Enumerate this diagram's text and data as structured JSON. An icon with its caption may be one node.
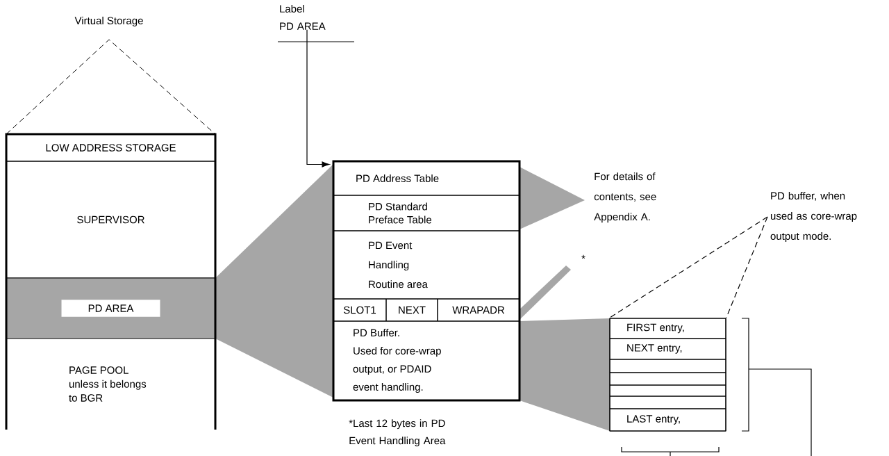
{
  "diagram": {
    "nodes": [
      {
        "text": [],
        "shape": "box"
      },
      {
        "text": [
          "LOW ADDRESS STORAGE"
        ],
        "in": 0
      },
      {
        "text": [
          "SUPERVISOR"
        ],
        "in": 0
      },
      {
        "text": [
          "PD AREA"
        ],
        "in": 0
      },
      {
        "text": [
          "PAGE POOL unless it belongs to BGR"
        ],
        "in": 0
      },
      {
        "text": [
          "Label",
          "PD AREA"
        ]
      },
      {
        "text": [],
        "shape": "box"
      },
      {
        "text": [
          "PD Address Table"
        ],
        "in": 6
      },
      {
        "text": [
          "PD Standard Preface Table"
        ],
        "in": 6
      },
      {
        "text": [
          "PD Event Handling Routine area"
        ],
        "in": 6
      },
      {
        "text": [
          "SLOT1"
        ],
        "in": 6
      },
      {
        "text": [
          "NEXT"
        ],
        "in": 6
      },
      {
        "text": [
          "WRAPADR"
        ],
        "in": 6
      },
      {
        "text": [
          "PD Buffer.",
          "Used for core-wrap output, or PDAID event handling."
        ],
        "in": 6
      },
      {
        "text": [],
        "shape": "box"
      },
      {
        "text": [
          "FIRST entry,"
        ],
        "in": 14
      },
      {
        "text": [
          "NEXT  entry,"
        ],
        "in": 14
      },
      {
        "text": [],
        "shape": "box",
        "in": 14
      },
      {
        "text": [],
        "shape": "box",
        "in": 14
      },
      {
        "text": [],
        "shape": "box",
        "in": 14
      },
      {
        "text": [],
        "shape": "box",
        "in": 14
      },
      {
        "text": [
          "LAST entry,"
        ],
        "in": 14
      },
      {
        "text": [
          "PD buffer, when used as core-wrap output mode."
        ]
      }
    ],
    "edges": [
      {
        "from": 5,
        "to": 6,
        "arrow": "to"
      },
      {
        "from": 22,
        "to": 14,
        "arrow": "none",
        "style": "dashed"
      },
      {
        "from": 22,
        "to": 14,
        "arrow": "none",
        "style": "dashed"
      }
    ],
    "labels": [
      "Virtual Storage",
      "For details of contents, see Appendix A.",
      "*",
      "*Last 12 bytes in PD Event Handling Area"
    ]
  }
}
